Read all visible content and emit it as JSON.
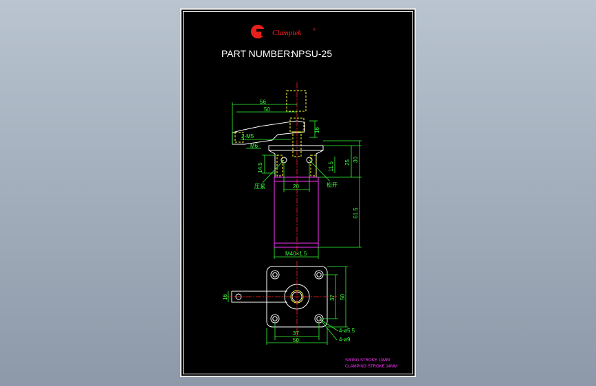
{
  "brand": {
    "name": "Clamptek",
    "registered": "®",
    "logo_color": "#e8201a"
  },
  "part_number": {
    "label": "PART NUMBER:",
    "value": "NPSU-25"
  },
  "dimensions": {
    "d56": "56",
    "d50_top": "50",
    "d16_top": "16",
    "thread_2m5": "2-M5",
    "m6": "M6",
    "d14_5": "14.5",
    "d11_5": "11.5",
    "d25": "25",
    "d30": "30",
    "d20": "20",
    "d61_5": "61.5",
    "m40": "M40×1.5",
    "d16_side": "16",
    "d37_v": "37",
    "d50_v": "50",
    "d37_h": "37",
    "d50_h": "50",
    "holes_5_5": "4-ø5.5",
    "holes_9": "4-ø9"
  },
  "labels": {
    "clamp_port": "压紧",
    "release_port": "松开"
  },
  "notes": {
    "swing_stroke": "SWING STROKE 13MM",
    "clamping_stroke": "CLAMPING STROKE 14MM"
  },
  "colors": {
    "dimension": "#33ff33",
    "outline": "#ffffff",
    "hidden": "#ffff33",
    "body": "#ff33ff",
    "center": "#ff2020",
    "note": "#ff33ff"
  }
}
